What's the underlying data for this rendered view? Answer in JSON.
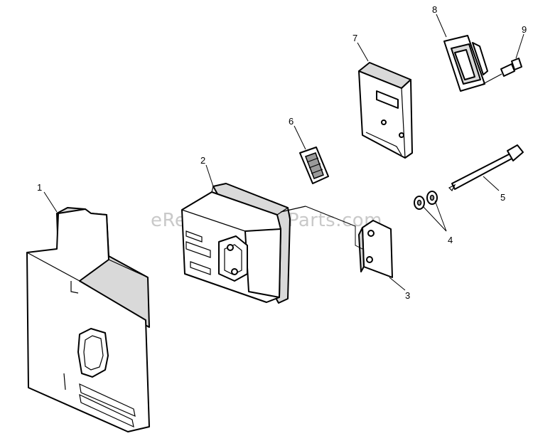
{
  "watermark": "eReplacementParts.com",
  "callouts": [
    "1",
    "2",
    "3",
    "4",
    "5",
    "6",
    "7",
    "8",
    "9"
  ]
}
